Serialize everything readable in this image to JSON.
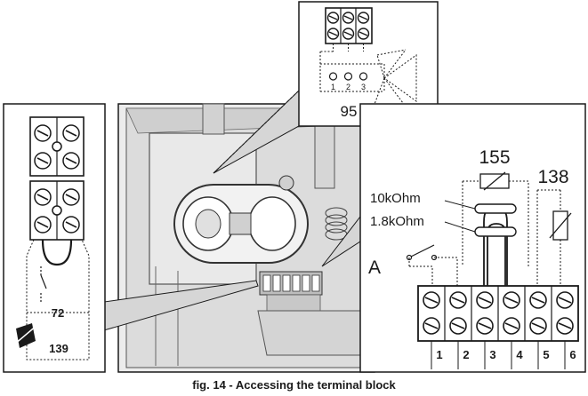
{
  "figure": {
    "caption": "fig. 14 - Accessing the terminal block"
  },
  "top_inset": {
    "ref_number": "95",
    "terminal_labels": [
      "1",
      "2",
      "3"
    ]
  },
  "left_inset": {
    "ref_number_switch": "72",
    "ref_number_sensor": "139"
  },
  "right_inset": {
    "ref_number_sensor": "155",
    "ref_number_thermostat": "138",
    "resistor_1": "10kOhm",
    "resistor_2": "1.8kOhm",
    "switch_label": "A",
    "terminal_numbers": [
      "1",
      "2",
      "3",
      "4",
      "5",
      "6"
    ]
  },
  "colors": {
    "line": "#1a1a1a",
    "callout_fill": "#d9d9d9",
    "photo_bg": "#e6e6e6"
  }
}
